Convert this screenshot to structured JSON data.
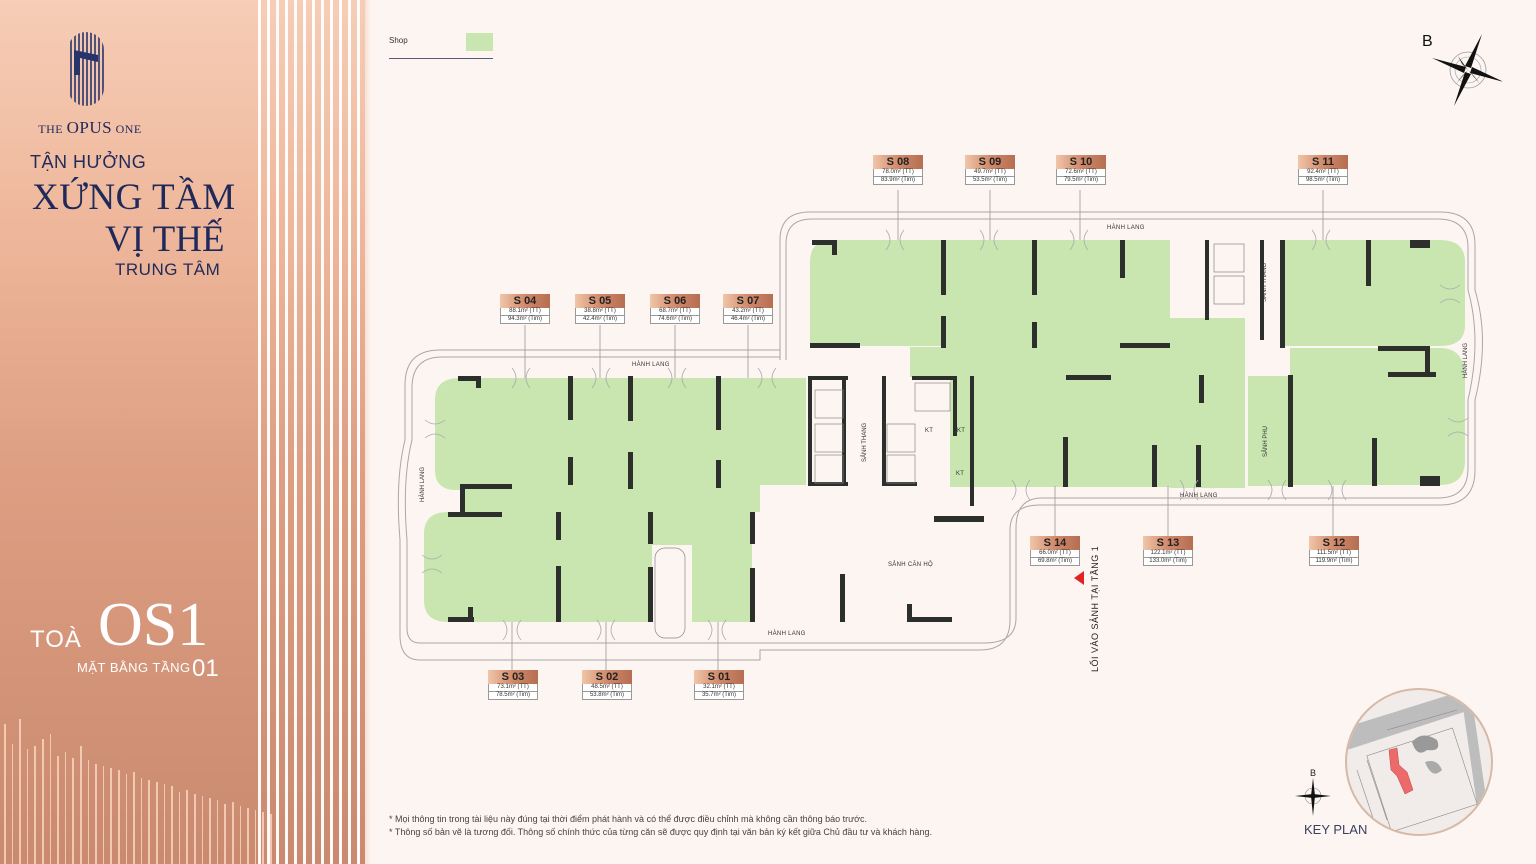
{
  "brand": {
    "logo_the": "THE",
    "logo_opus": "OPUS",
    "logo_one": "ONE",
    "tagline_1": "TẬN HƯỞNG",
    "tagline_2": "XỨNG TẦM",
    "tagline_3": "VỊ THẾ",
    "tagline_4": "TRUNG TÂM",
    "tower_prefix": "TOÀ",
    "tower_name": "OS1",
    "floor_label": "MẶT BẰNG TẦNG",
    "floor_number": "01"
  },
  "legend": {
    "items": [
      {
        "label": "Shop",
        "color": "#c9e5b0"
      }
    ]
  },
  "compass": {
    "label": "B"
  },
  "plan": {
    "corridor_label": "HÀNH LANG",
    "elevator_lobby": "SẢNH THANG",
    "secondary_lobby": "SẢNH PHỤ",
    "apartment_lobby": "SẢNH CĂN HỘ",
    "technical_room": "KT",
    "entrance_label": "LỐI VÀO SẢNH TẠI TẦNG 1"
  },
  "units": [
    {
      "id": "S 01",
      "tt": "32.1m² (TT)",
      "tim": "35.7m² (Tim)"
    },
    {
      "id": "S 02",
      "tt": "48.5m² (TT)",
      "tim": "53.8m² (Tim)"
    },
    {
      "id": "S 03",
      "tt": "73.1m² (TT)",
      "tim": "78.5m² (Tim)"
    },
    {
      "id": "S 04",
      "tt": "88.1m² (TT)",
      "tim": "94.3m² (Tim)"
    },
    {
      "id": "S 05",
      "tt": "38.8m² (TT)",
      "tim": "42.4m² (Tim)"
    },
    {
      "id": "S 06",
      "tt": "68.7m² (TT)",
      "tim": "74.6m² (Tim)"
    },
    {
      "id": "S 07",
      "tt": "43.2m² (TT)",
      "tim": "46.4m² (Tim)"
    },
    {
      "id": "S 08",
      "tt": "78.0m² (TT)",
      "tim": "83.9m² (Tim)"
    },
    {
      "id": "S 09",
      "tt": "49.7m² (TT)",
      "tim": "53.5m² (Tim)"
    },
    {
      "id": "S 10",
      "tt": "72.6m² (TT)",
      "tim": "79.5m² (Tim)"
    },
    {
      "id": "S 11",
      "tt": "92.4m² (TT)",
      "tim": "98.5m² (Tim)"
    },
    {
      "id": "S 12",
      "tt": "111.5m² (TT)",
      "tim": "119.9m² (Tim)"
    },
    {
      "id": "S 13",
      "tt": "122.1m² (TT)",
      "tim": "133.0m² (Tim)"
    },
    {
      "id": "S 14",
      "tt": "66.0m² (TT)",
      "tim": "69.8m² (Tim)"
    }
  ],
  "notes": [
    "* Mọi thông tin trong tài liệu này đúng tại thời điểm phát hành và có thể được điều chỉnh mà không cần thông báo trước.",
    "* Thông số bản vẽ là tương đối. Thông số chính thức của từng căn sẽ được quy định tại văn bản ký kết giữa Chủ đầu tư và khách hàng."
  ],
  "key_plan": {
    "label": "KEY PLAN",
    "compass_label": "B",
    "highlight_color": "#ec6a6a"
  },
  "colors": {
    "shop": "#c9e5b0",
    "wall": "#2c2f2c",
    "tag": "#d08a6a",
    "brand_text": "#1f2a5a",
    "entry_arrow": "#e02424"
  }
}
